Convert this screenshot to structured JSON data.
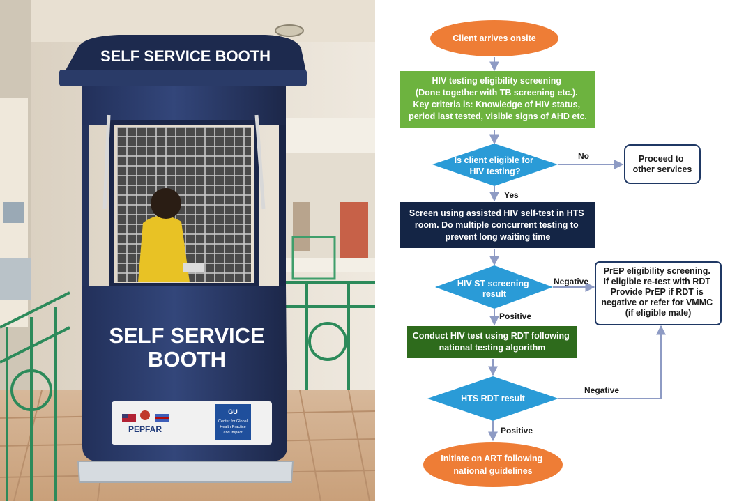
{
  "photo": {
    "booth_top_sign": "SELF SERVICE BOOTH",
    "booth_front_line1": "SELF SERVICE",
    "booth_front_line2": "BOOTH",
    "pepfar_logo_text": "PEPFAR",
    "gu_logo_mark": "GU",
    "gu_logo_line1": "Center for Global",
    "gu_logo_line2": "Health Practice",
    "gu_logo_line3": "and Impact"
  },
  "flowchart": {
    "colors": {
      "orange": "#EE7D36",
      "green": "#6DB33F",
      "dark_green": "#2E6B1C",
      "blue": "#2A9BD7",
      "navy": "#142545",
      "border_navy": "#1F3864",
      "connector": "#8E9BC4"
    },
    "nodes": {
      "start": {
        "lines": [
          "Client arrives onsite"
        ]
      },
      "screening": {
        "lines": [
          "HIV testing eligibility screening",
          "(Done together with TB screening etc.).",
          "Key criteria is: Knowledge of HIV status,",
          "period last tested, visible signs of AHD etc."
        ]
      },
      "eligible_decision": {
        "lines": [
          "Is client eligible for",
          "HIV testing?"
        ]
      },
      "other_services": {
        "lines": [
          "Proceed to",
          "other services"
        ]
      },
      "self_test": {
        "lines": [
          "Screen using assisted HIV self-test in HTS",
          "room. Do multiple concurrent testing to",
          "prevent long waiting time"
        ]
      },
      "st_result": {
        "lines": [
          "HIV ST screening",
          "result"
        ]
      },
      "prep": {
        "lines": [
          "PrEP eligibility screening.",
          "If eligible re-test with RDT",
          "Provide PrEP if RDT is",
          "negative or refer for VMMC",
          "(if eligible male)"
        ]
      },
      "rdt_test": {
        "lines": [
          "Conduct HIV test using RDT following",
          "national testing algorithm"
        ]
      },
      "rdt_result": {
        "lines": [
          "HTS RDT result"
        ]
      },
      "initiate_art": {
        "lines": [
          "Initiate on ART following",
          "national guidelines"
        ]
      }
    },
    "edge_labels": {
      "no": "No",
      "yes": "Yes",
      "negative_st": "Negative",
      "positive_st": "Positive",
      "negative_rdt": "Negative",
      "positive_rdt": "Positive"
    }
  }
}
